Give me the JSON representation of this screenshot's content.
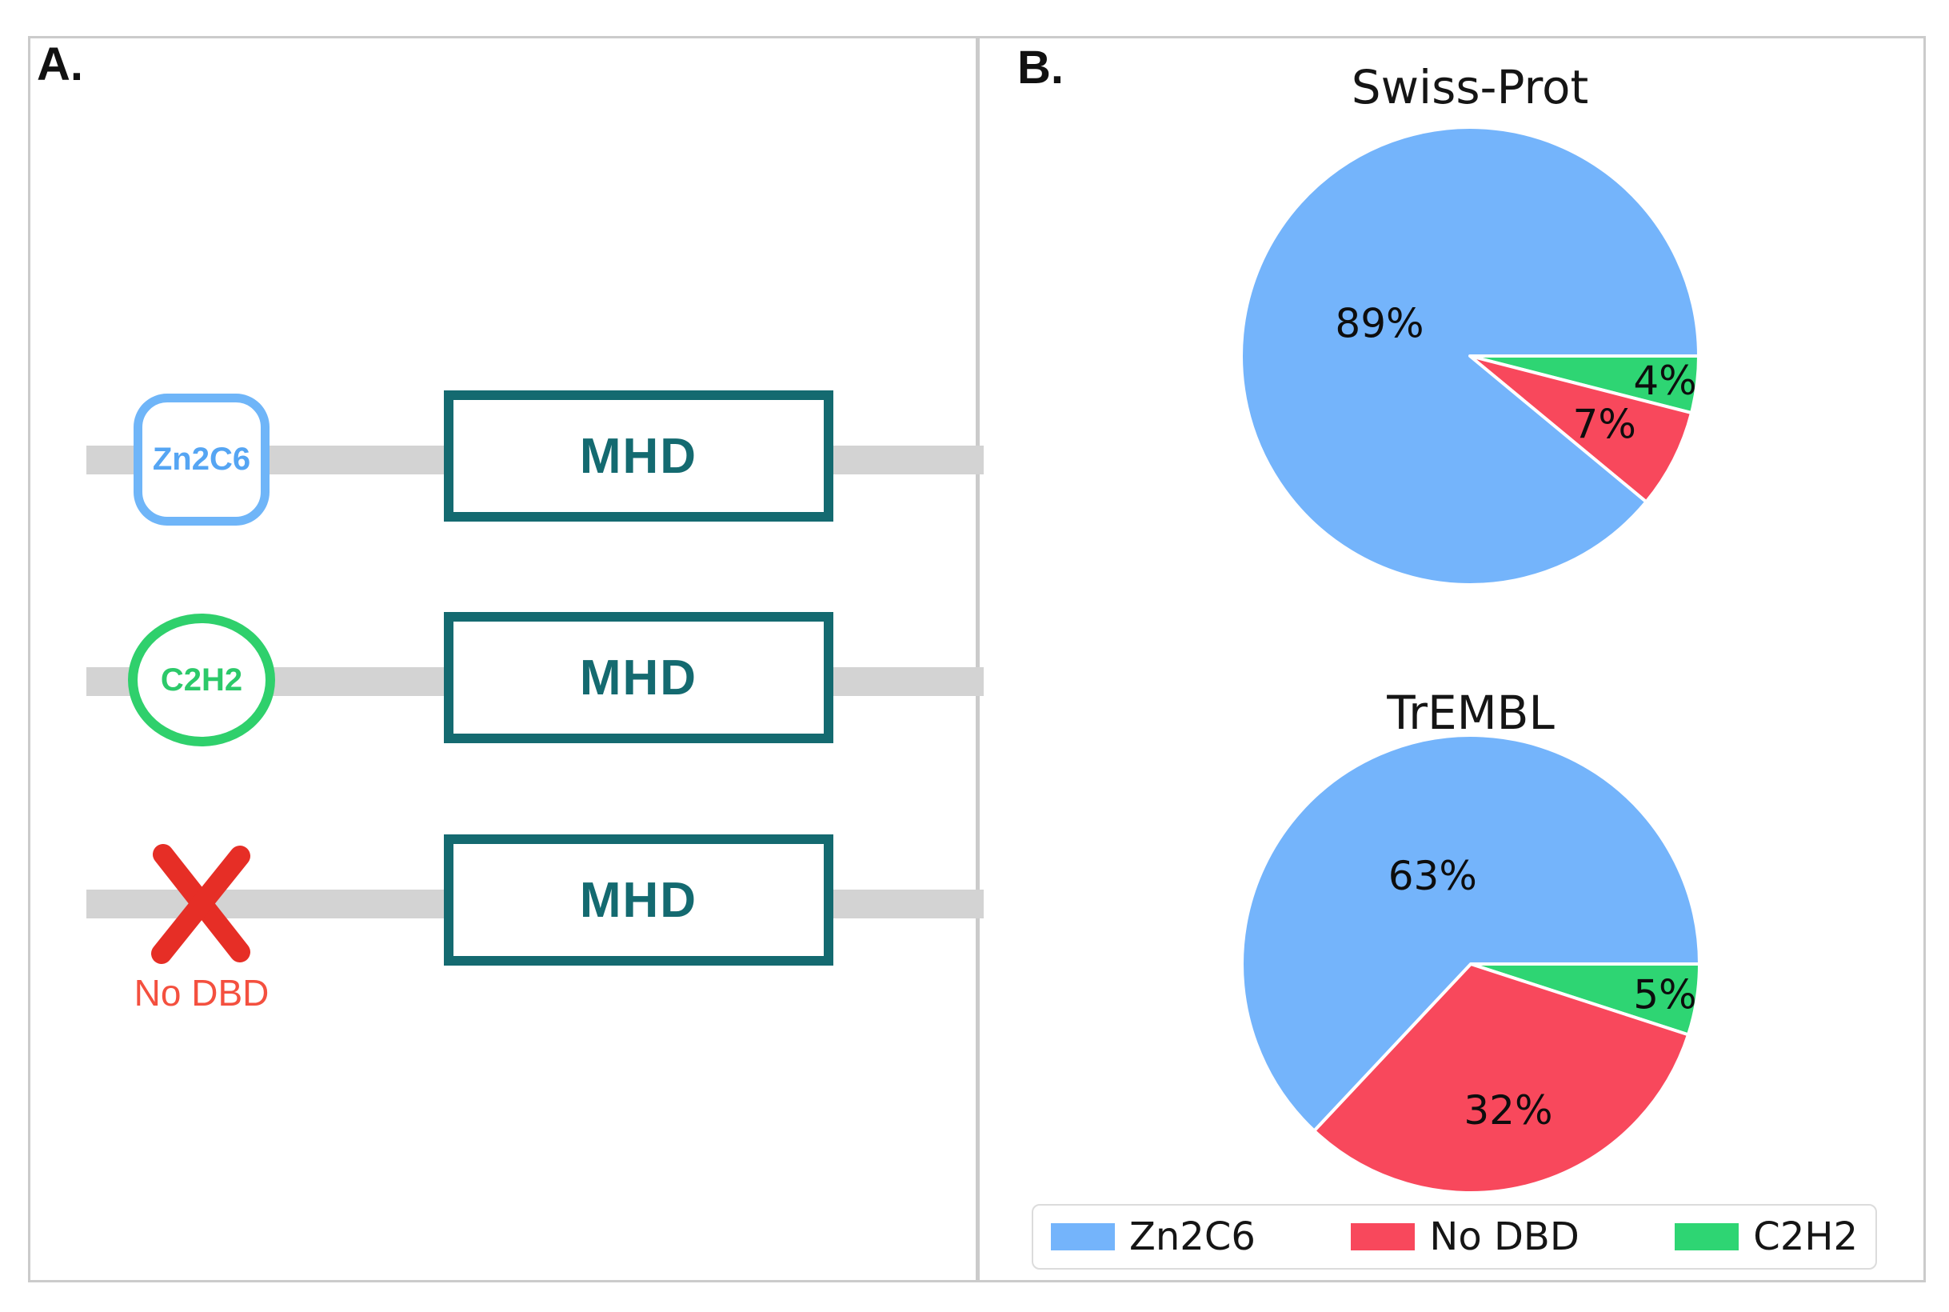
{
  "colors": {
    "blue": "#74b4fb",
    "red": "#f8485c",
    "green": "#2ed573",
    "teal": "#146a70",
    "domain_blue": "#6fb5f8",
    "domain_blue_text": "#55a5f3",
    "domain_green": "#2fd06c",
    "domain_green_text": "#2cc96a",
    "x_red": "#e62e26",
    "no_dbd_text": "#f4503f",
    "bar_gray": "#d3d3d3",
    "frame_gray": "#cbcbcb",
    "legend_border": "#dcdcdc"
  },
  "panelA": {
    "label": "A.",
    "mhd_label": "MHD",
    "rows": [
      {
        "domain_label": "Zn2C6",
        "shape": "rounded-square",
        "domain_color": "blue"
      },
      {
        "domain_label": "C2H2",
        "shape": "ellipse",
        "domain_color": "green"
      },
      {
        "domain_label": "",
        "shape": "x-mark",
        "caption": "No DBD",
        "domain_color": "red"
      }
    ]
  },
  "panelB": {
    "label": "B."
  },
  "chart_data": [
    {
      "type": "pie",
      "title": "Swiss-Prot",
      "unit": "percent",
      "start_angle": 0,
      "direction": "clockwise",
      "slices": [
        {
          "label": "C2H2",
          "value": 4,
          "color": "green"
        },
        {
          "label": "No DBD",
          "value": 7,
          "color": "red"
        },
        {
          "label": "Zn2C6",
          "value": 89,
          "color": "blue"
        }
      ]
    },
    {
      "type": "pie",
      "title": "TrEMBL",
      "unit": "percent",
      "start_angle": 0,
      "direction": "clockwise",
      "slices": [
        {
          "label": "C2H2",
          "value": 5,
          "color": "green"
        },
        {
          "label": "No DBD",
          "value": 32,
          "color": "red"
        },
        {
          "label": "Zn2C6",
          "value": 63,
          "color": "blue"
        }
      ]
    }
  ],
  "legend": {
    "entries": [
      {
        "label": "Zn2C6",
        "color": "blue"
      },
      {
        "label": "No DBD",
        "color": "red"
      },
      {
        "label": "C2H2",
        "color": "green"
      }
    ]
  }
}
